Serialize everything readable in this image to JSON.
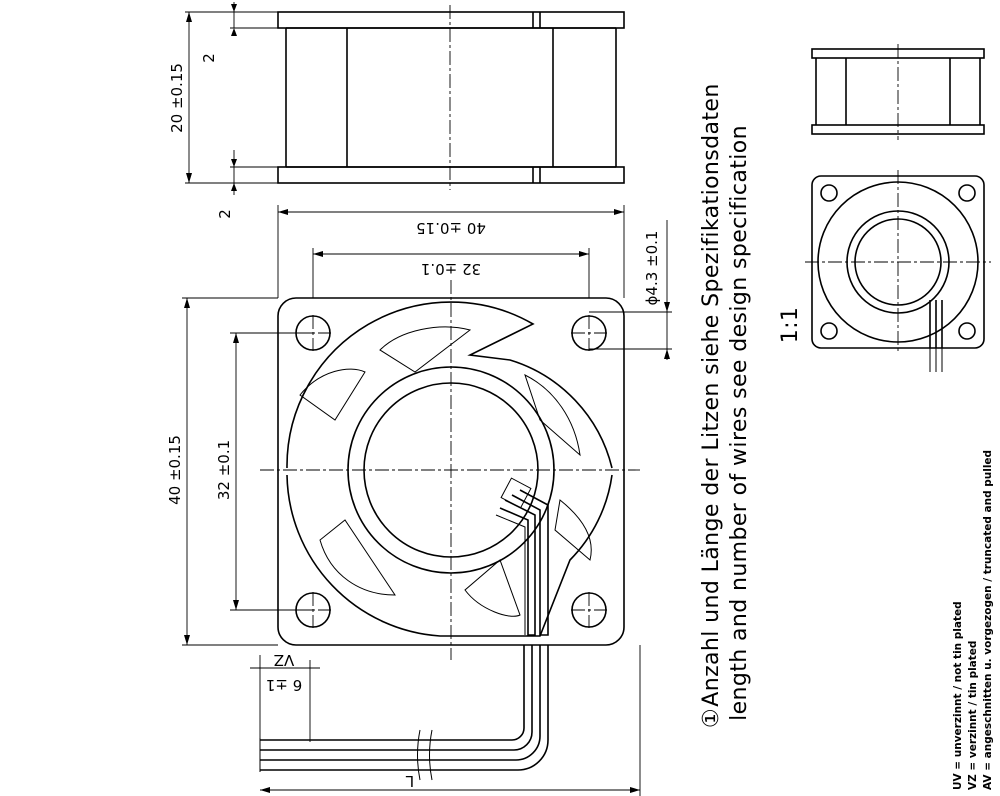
{
  "dimensions": {
    "height_20": "20 ±0.15",
    "flange_2_top": "2",
    "flange_2_bottom": "2",
    "width_40_top": "40 ±0.15",
    "hole_pitch_32_top": "32 ±0.1",
    "hole_dia": "ϕ4.3 ±0.1",
    "height_40_left": "40 ±0.15",
    "hole_pitch_32_left": "32 ±0.1",
    "wire_strip": "6 ±1",
    "wire_finish": "VZ",
    "lead_length": "L"
  },
  "scale_label": "1:1",
  "note": {
    "symbol": "①",
    "line_de": "Anzahl und Länge der Litzen siehe Spezifikationsdaten",
    "line_en": "length and number of wires see design specification"
  },
  "legend": {
    "uv": "UV = unverzinnt / not tin plated",
    "vz": "VZ = verzinnt / tin plated",
    "av": "AV = angeschnitten u. vorgezogen / truncated and pulled"
  }
}
